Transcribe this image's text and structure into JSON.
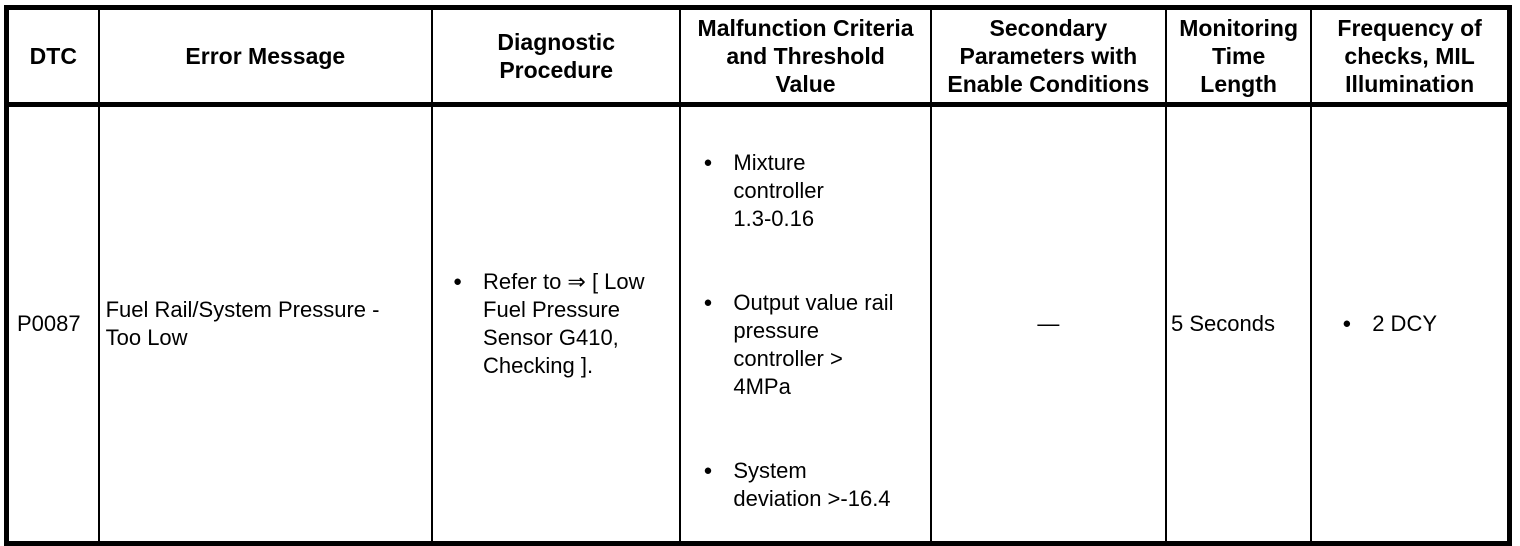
{
  "table": {
    "headers": [
      "DTC",
      "Error Message",
      "Diagnostic\nProcedure",
      "Malfunction Criteria\nand Threshold\nValue",
      "Secondary\nParameters with\nEnable Conditions",
      "Monitoring\nTime\nLength",
      "Frequency of\nchecks, MIL\nIllumination"
    ],
    "row": {
      "dtc": "P0087",
      "error_message": "Fuel Rail/System Pressure -\nToo Low",
      "diagnostic_procedure": [
        "Refer to ⇒ [ Low\nFuel Pressure\nSensor G410,\nChecking ]."
      ],
      "malfunction_criteria": [
        "Mixture\ncontroller\n1.3-0.16",
        "Output value rail\npressure\ncontroller >\n4MPa",
        "System\ndeviation >-16.4"
      ],
      "secondary_parameters": "—",
      "monitoring_time_length": "5 Seconds",
      "frequency_of_checks": [
        "2 DCY"
      ]
    }
  },
  "glyphs": {
    "bullet": "●"
  },
  "colors": {
    "text": "#000000",
    "border": "#000000",
    "background": "#ffffff"
  }
}
